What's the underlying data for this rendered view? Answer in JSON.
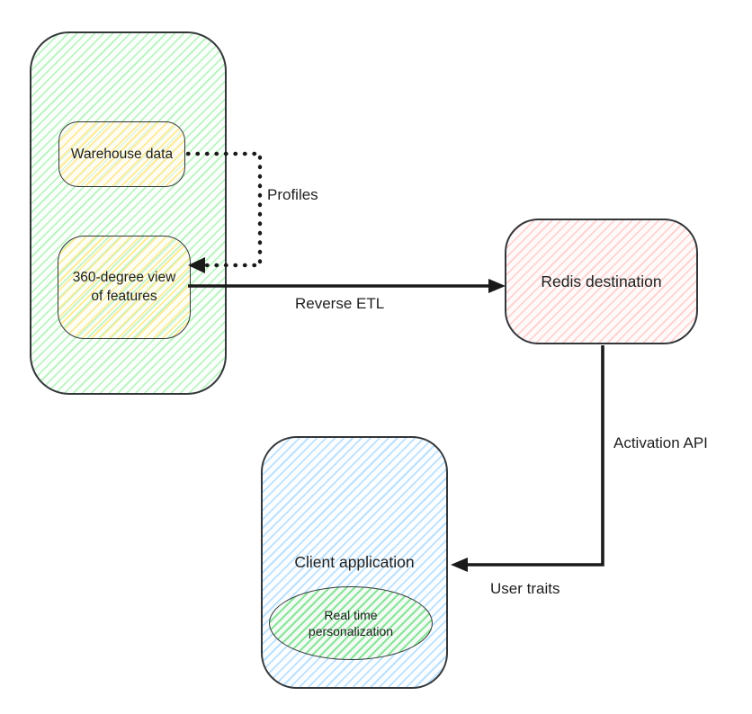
{
  "diagram": {
    "nodes": {
      "warehouse_group": {
        "label": "",
        "fill": "#b2f2bb",
        "shape": "rounded-rect"
      },
      "warehouse": {
        "label": "Warehouse data",
        "fill": "#ffec99",
        "shape": "rounded-rect"
      },
      "feature_view": {
        "label": "360-degree view of features",
        "fill": "#ffec99",
        "shape": "rounded-rect"
      },
      "redis": {
        "label": "Redis destination",
        "fill": "#ffc9c9",
        "shape": "rounded-rect"
      },
      "client": {
        "label": "Client application",
        "fill": "#a5d8ff",
        "shape": "rounded-rect"
      },
      "realtime": {
        "label": "Real time personalization",
        "fill": "#69db7c",
        "shape": "ellipse"
      }
    },
    "edges": {
      "profiles": {
        "label": "Profiles",
        "style": "dotted",
        "from": "warehouse",
        "to": "feature_view"
      },
      "reverse_etl": {
        "label": "Reverse ETL",
        "style": "solid",
        "from": "feature_view",
        "to": "redis"
      },
      "activation_api": {
        "label": "Activation API",
        "style": "solid",
        "from": "redis",
        "to": "client"
      },
      "user_traits": {
        "label": "User traits",
        "style": "solid",
        "from": "redis",
        "to": "client"
      }
    },
    "colors": {
      "stroke": "#33373a",
      "arrow": "#1a1a1a",
      "text": "#1f1f1f",
      "background": "#ffffff"
    }
  }
}
